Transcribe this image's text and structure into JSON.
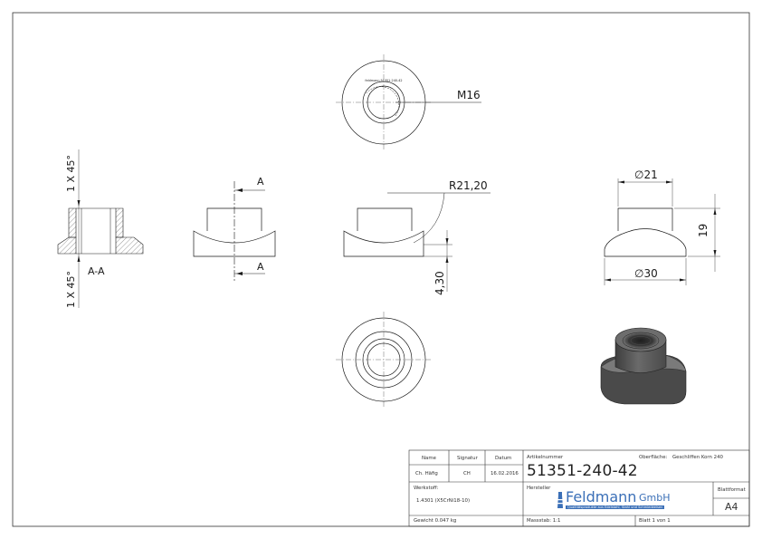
{
  "dimensions": {
    "thread": "M16",
    "chamfer_top": "1 X 45°",
    "chamfer_bottom": "1 X 45°",
    "section_label": "A-A",
    "section_marker_top": "A",
    "section_marker_bottom": "A",
    "radius": "R21,20",
    "depth": "4,30",
    "diameter_top": "∅21",
    "diameter_bottom": "∅30",
    "height": "19"
  },
  "title_block": {
    "name_header": "Name",
    "signature_header": "Signatur",
    "date_header": "Datum",
    "name_value": "Ch. Häfig",
    "signature_value": "CH",
    "date_value": "16.02.2016",
    "article_label": "Artikelnummer",
    "article_number": "51351-240-42",
    "surface_label": "Oberfläche:",
    "surface_value": "Geschliffen Korn 240",
    "material_label": "Werkstoff:",
    "material_value": "1.4301 (X5CrNi18-10)",
    "manufacturer_label": "Hersteller",
    "company_name": "Feldmann",
    "company_suffix": "GmbH",
    "company_slogan": "Qualitätsprodukte aus Edelstahl, Stahl und Schmiedeeisen",
    "format_label": "Blattformat",
    "format_value": "A4",
    "weight": "Gewicht 0.047 kg",
    "scale": "Massstab: 1:1",
    "sheet": "Blatt 1 von 1"
  },
  "colors": {
    "line": "#1a1a1a",
    "hatch": "#555555",
    "logo": "#3a6fb7",
    "render_body": "#5b5b5b"
  }
}
